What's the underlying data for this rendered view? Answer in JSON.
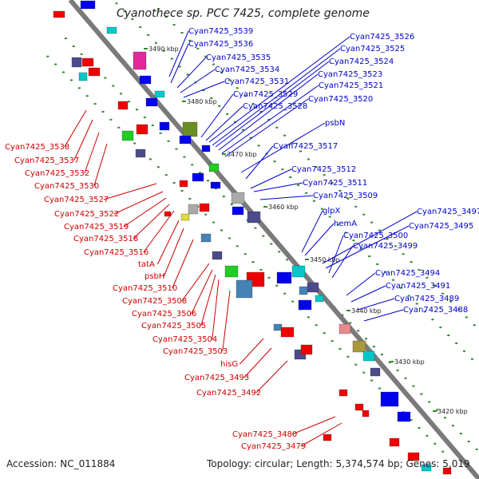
{
  "title": "Cyanothece sp. PCC 7425, complete genome",
  "footer": {
    "accession": "Accession: NC_011884",
    "summary": "Topology: circular; Length: 5,374,574 bp; Genes: 5,019"
  },
  "kbp_ticks": [
    "3490 kbp",
    "3480 kbp",
    "3470 kbp",
    "3460 kbp",
    "3450 kbp",
    "3440 kbp",
    "3430 kbp",
    "3420 kbp"
  ],
  "labels_upper": [
    "Cyan7425_3539",
    "Cyan7425_3536",
    "Cyan7425_3535",
    "Cyan7425_3534",
    "Cyan7425_3531",
    "Cyan7425_3529",
    "Cyan7425_3528",
    "Cyan7425_3526",
    "Cyan7425_3525",
    "Cyan7425_3524",
    "Cyan7425_3523",
    "Cyan7425_3521",
    "Cyan7425_3520",
    "psbN",
    "Cyan7425_3517",
    "Cyan7425_3512",
    "Cyan7425_3511",
    "Cyan7425_3509",
    "glpX",
    "hemA",
    "Cyan7425_3497",
    "Cyan7425_3495",
    "Cyan7425_3500",
    "Cyan7425_3499",
    "Cyan7425_3494",
    "Cyan7425_3491",
    "Cyan7425_3489",
    "Cyan7425_3488"
  ],
  "labels_lower": [
    "Cyan7425_3538",
    "Cyan7425_3537",
    "Cyan7425_3532",
    "Cyan7425_3530",
    "Cyan7425_3527",
    "Cyan7425_3522",
    "Cyan7425_3519",
    "Cyan7425_3518",
    "Cyan7425_3516",
    "tatA",
    "psbH",
    "Cyan7425_3510",
    "Cyan7425_3508",
    "Cyan7425_3506",
    "Cyan7425_3505",
    "Cyan7425_3504",
    "Cyan7425_3503",
    "hisG",
    "Cyan7425_3493",
    "Cyan7425_3492",
    "Cyan7425_3480",
    "Cyan7425_3479"
  ],
  "colors": {
    "label_upper": "#0000cc",
    "label_lower": "#cc0000",
    "backbone": "#7a7a7a",
    "tick": "#2e8b2e",
    "gene_forward": "#0000ee",
    "gene_reverse": "#ee0000"
  }
}
